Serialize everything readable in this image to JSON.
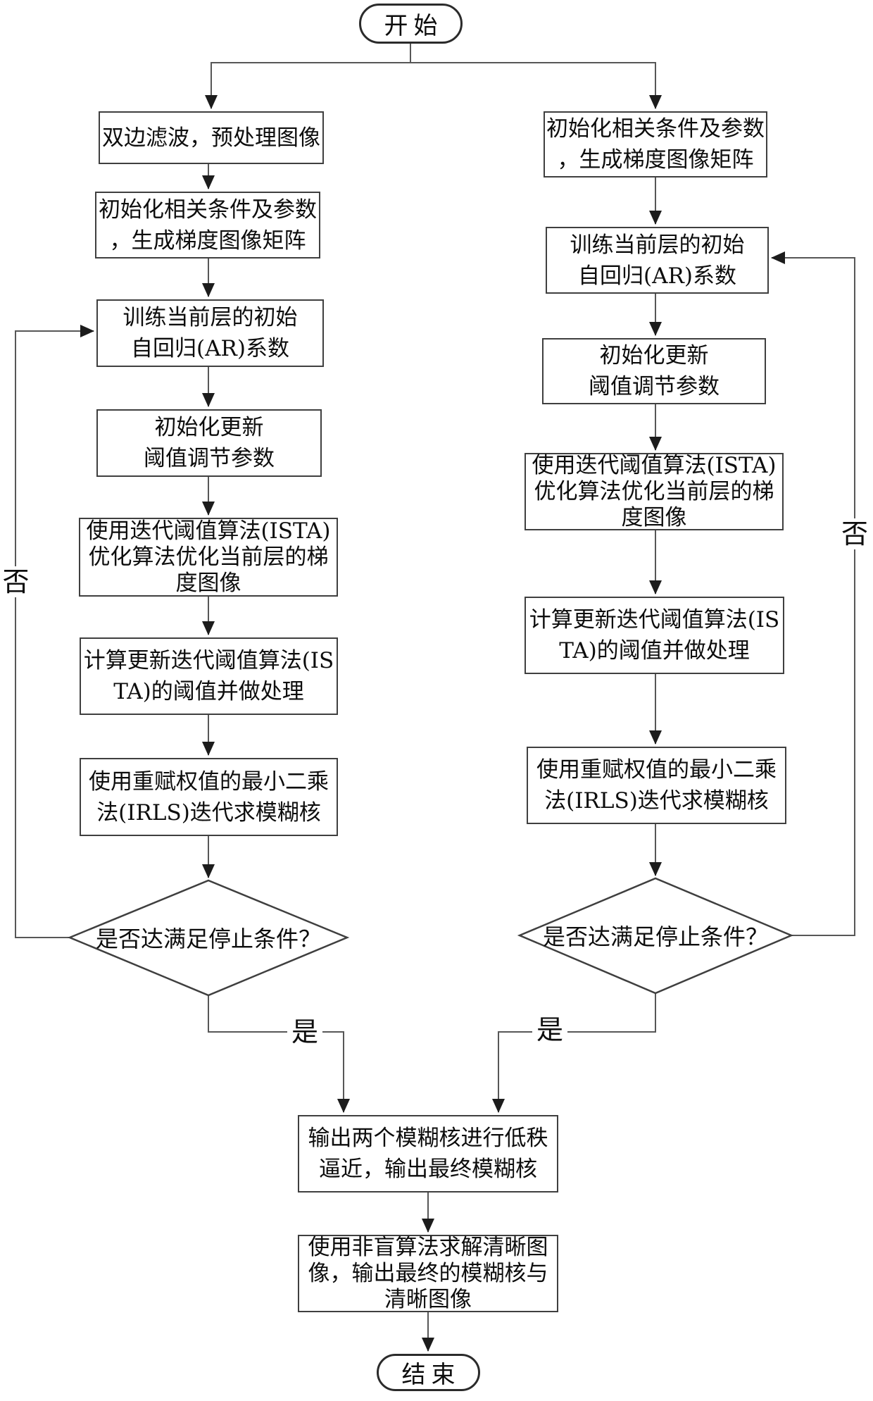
{
  "colors": {
    "background": "#ffffff",
    "box_border": "#3f3f3f",
    "connector_line": "#575757",
    "arrowhead": "#1c1c1c",
    "text": "#0d0d0d"
  },
  "start_node": {
    "label": "开始"
  },
  "end_node": {
    "label": "结束"
  },
  "left_branch": {
    "steps": [
      {
        "label": "双边滤波，预处理图像"
      },
      {
        "label": "初始化相关条件及参数\n，生成梯度图像矩阵"
      },
      {
        "label": "训练当前层的初始\n自回归(AR)系数"
      },
      {
        "label": "初始化更新\n阈值调节参数"
      },
      {
        "label": "使用迭代阈值算法(ISTA)\n优化算法优化当前层的梯\n度图像"
      },
      {
        "label": "计算更新迭代阈值算法(IS\nTA)的阈值并做处理"
      },
      {
        "label": "使用重赋权值的最小二乘\n法(IRLS)迭代求模糊核"
      }
    ],
    "decision": {
      "label": "是否达满足停止条件？"
    },
    "yes_label": "是",
    "no_label": "否"
  },
  "right_branch": {
    "steps": [
      {
        "label": "初始化相关条件及参数\n，生成梯度图像矩阵"
      },
      {
        "label": "训练当前层的初始\n自回归(AR)系数"
      },
      {
        "label": "初始化更新\n阈值调节参数"
      },
      {
        "label": "使用迭代阈值算法(ISTA)\n优化算法优化当前层的梯\n度图像"
      },
      {
        "label": "计算更新迭代阈值算法(IS\nTA)的阈值并做处理"
      },
      {
        "label": "使用重赋权值的最小二乘\n法(IRLS)迭代求模糊核"
      }
    ],
    "decision": {
      "label": "是否达满足停止条件？"
    },
    "yes_label": "是",
    "no_label": "否"
  },
  "merge_branch": {
    "steps": [
      {
        "label": "输出两个模糊核进行低秩\n逼近，输出最终模糊核"
      },
      {
        "label": "使用非盲算法求解清晰图\n像，输出最终的模糊核与\n清晰图像"
      }
    ]
  }
}
